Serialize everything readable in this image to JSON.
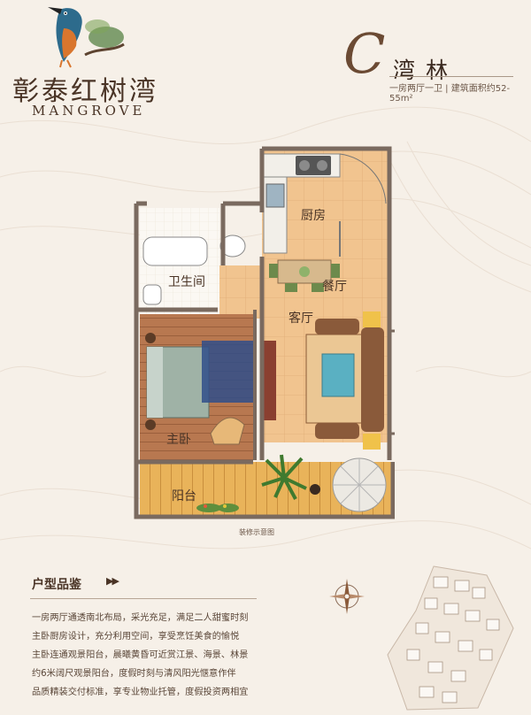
{
  "brand": {
    "name_cn": "彰泰红树湾",
    "name_en": "MANGROVE"
  },
  "unit": {
    "letter": "C",
    "name": "湾林",
    "summary": "一房两厅一卫 | 建筑面积约52-55m²"
  },
  "rooms": {
    "kitchen": "厨房",
    "bathroom": "卫生间",
    "dining": "餐厅",
    "living": "客厅",
    "master_bedroom": "主卧",
    "balcony": "阳台"
  },
  "plan_caption": "装修示意图",
  "description": {
    "title": "户型品鉴",
    "arrow": "▶▶",
    "lines": [
      "一房两厅通透南北布局，采光充足，满足二人甜蜜时刻",
      "主卧厨房设计，充分利用空间，享受烹饪美食的愉悦",
      "主卧连通观景阳台，晨曦黄昏可近赏江景、海景、林景",
      "约6米阔尺观景阳台，度假时刻与清风阳光惬意作伴",
      "品质精装交付标准，享专业物业托管，度假投资两相宜"
    ]
  },
  "colors": {
    "background": "#f6f0e8",
    "floor_tile": "#f1c48f",
    "wood_floor": "#b87850",
    "balcony_floor": "#e9b35a",
    "wall": "#7a6a5f"
  }
}
